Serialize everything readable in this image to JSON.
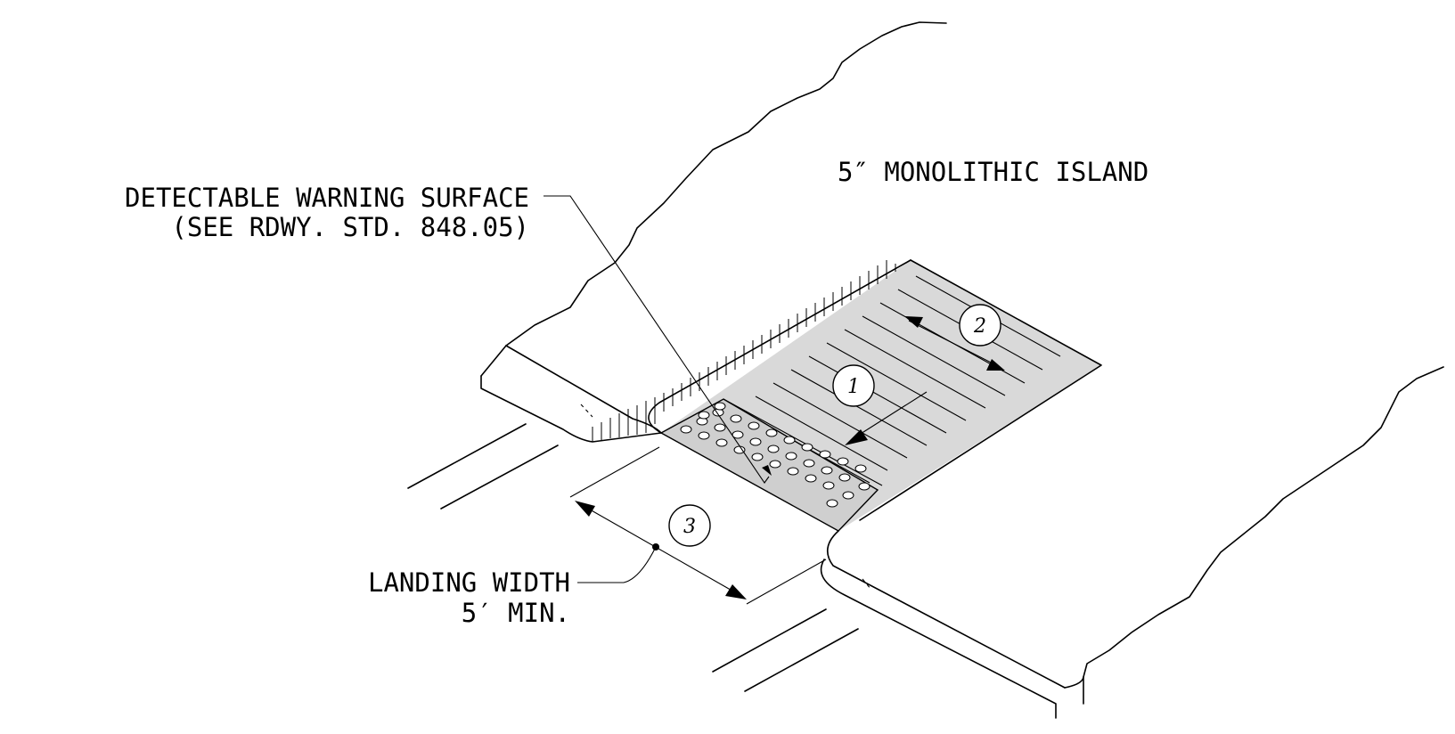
{
  "labels": {
    "island": "5″ MONOLITHIC ISLAND",
    "warning_line1": "DETECTABLE WARNING SURFACE",
    "warning_line2": "(SEE RDWY. STD. 848.05)",
    "landing_line1": "LANDING WIDTH",
    "landing_line2": "5′ MIN."
  },
  "callouts": {
    "one": "1",
    "two": "2",
    "three": "3"
  },
  "colors": {
    "line": "#000000",
    "ramp_fill": "#d9d9d9",
    "background": "#ffffff"
  }
}
